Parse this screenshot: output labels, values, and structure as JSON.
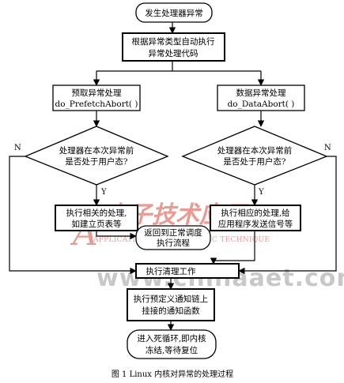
{
  "nodes": {
    "start": [
      "发生处理器异常"
    ],
    "auto_exec": [
      "根据异常类型自动执行",
      "异常处理代码"
    ],
    "prefetch": [
      "预取异常处理",
      "do_PrefetchAbort( )"
    ],
    "dataabort": [
      "数据异常处理",
      "do_DataAbort( )"
    ],
    "decision_left": [
      "处理器在本次异常前",
      "是否处于用户态?"
    ],
    "decision_right": [
      "处理器在本次异常前",
      "是否处于用户态?"
    ],
    "related_proc": [
      "执行相关的处理,",
      "如建立页表等"
    ],
    "send_signal": [
      "执行相应的处理,给",
      "应用程序发送信号等"
    ],
    "return_normal": [
      "返回到正常调度",
      "执行流程"
    ],
    "cleanup": [
      "执行清理工作"
    ],
    "notify_chain": [
      "执行预定义通知链上",
      "挂接的通知函数"
    ],
    "dead_loop": [
      "进入死循环,即内核",
      "冻结,等待复位"
    ]
  },
  "edge_labels": {
    "left_yes": "Y",
    "left_no": "N",
    "right_yes": "Y",
    "right_no": "N"
  },
  "watermark": {
    "text": "电子技术应用",
    "subtitle": "APPLICATION OF ELECTRONIC TECHNIQUE",
    "url": "www.chinaaet.com",
    "logo_letter": "A"
  },
  "caption": "图 1 Linux 内核对异常的处理过程"
}
